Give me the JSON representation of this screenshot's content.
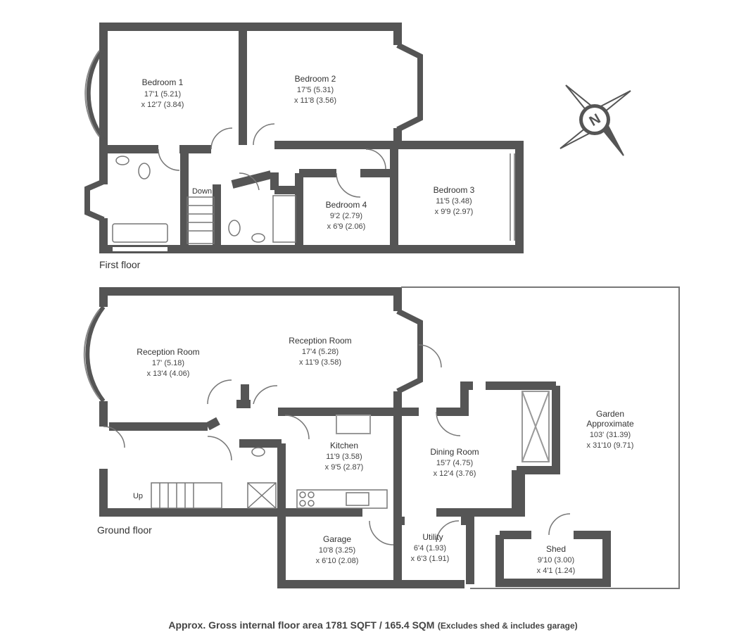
{
  "floors": {
    "first": {
      "label": "First floor",
      "rooms": [
        {
          "name": "Bedroom 1",
          "dim1": "17'1 (5.21)",
          "dim2": "x 12'7 (3.84)"
        },
        {
          "name": "Bedroom 2",
          "dim1": "17'5 (5.31)",
          "dim2": "x 11'8 (3.56)"
        },
        {
          "name": "Bedroom 3",
          "dim1": "11'5 (3.48)",
          "dim2": "x 9'9 (2.97)"
        },
        {
          "name": "Bedroom 4",
          "dim1": "9'2 (2.79)",
          "dim2": "x 6'9 (2.06)"
        }
      ],
      "stair_label": "Down"
    },
    "ground": {
      "label": "Ground floor",
      "rooms": [
        {
          "name": "Reception Room",
          "dim1": "17' (5.18)",
          "dim2": "x 13'4 (4.06)"
        },
        {
          "name": "Reception Room",
          "dim1": "17'4 (5.28)",
          "dim2": "x 11'9 (3.58)"
        },
        {
          "name": "Kitchen",
          "dim1": "11'9 (3.58)",
          "dim2": "x 9'5 (2.87)"
        },
        {
          "name": "Dining Room",
          "dim1": "15'7 (4.75)",
          "dim2": "x 12'4 (3.76)"
        },
        {
          "name": "Garage",
          "dim1": "10'8 (3.25)",
          "dim2": "x 6'10 (2.08)"
        },
        {
          "name": "Utility",
          "dim1": "6'4 (1.93)",
          "dim2": "x 6'3 (1.91)"
        },
        {
          "name": "Shed",
          "dim1": "9'10 (3.00)",
          "dim2": "x 4'1 (1.24)"
        }
      ],
      "garden": {
        "name1": "Garden",
        "name2": "Approximate",
        "dim1": "103' (31.39)",
        "dim2": "x 31'10 (9.71)"
      },
      "stair_label": "Up"
    }
  },
  "compass_letter": "N",
  "footer": {
    "main": "Approx. Gross internal floor area 1781 SQFT / 165.4 SQM",
    "note": "(Excludes shed & includes garage)"
  },
  "colors": {
    "wall": "#555555",
    "fixture": "#777777"
  }
}
